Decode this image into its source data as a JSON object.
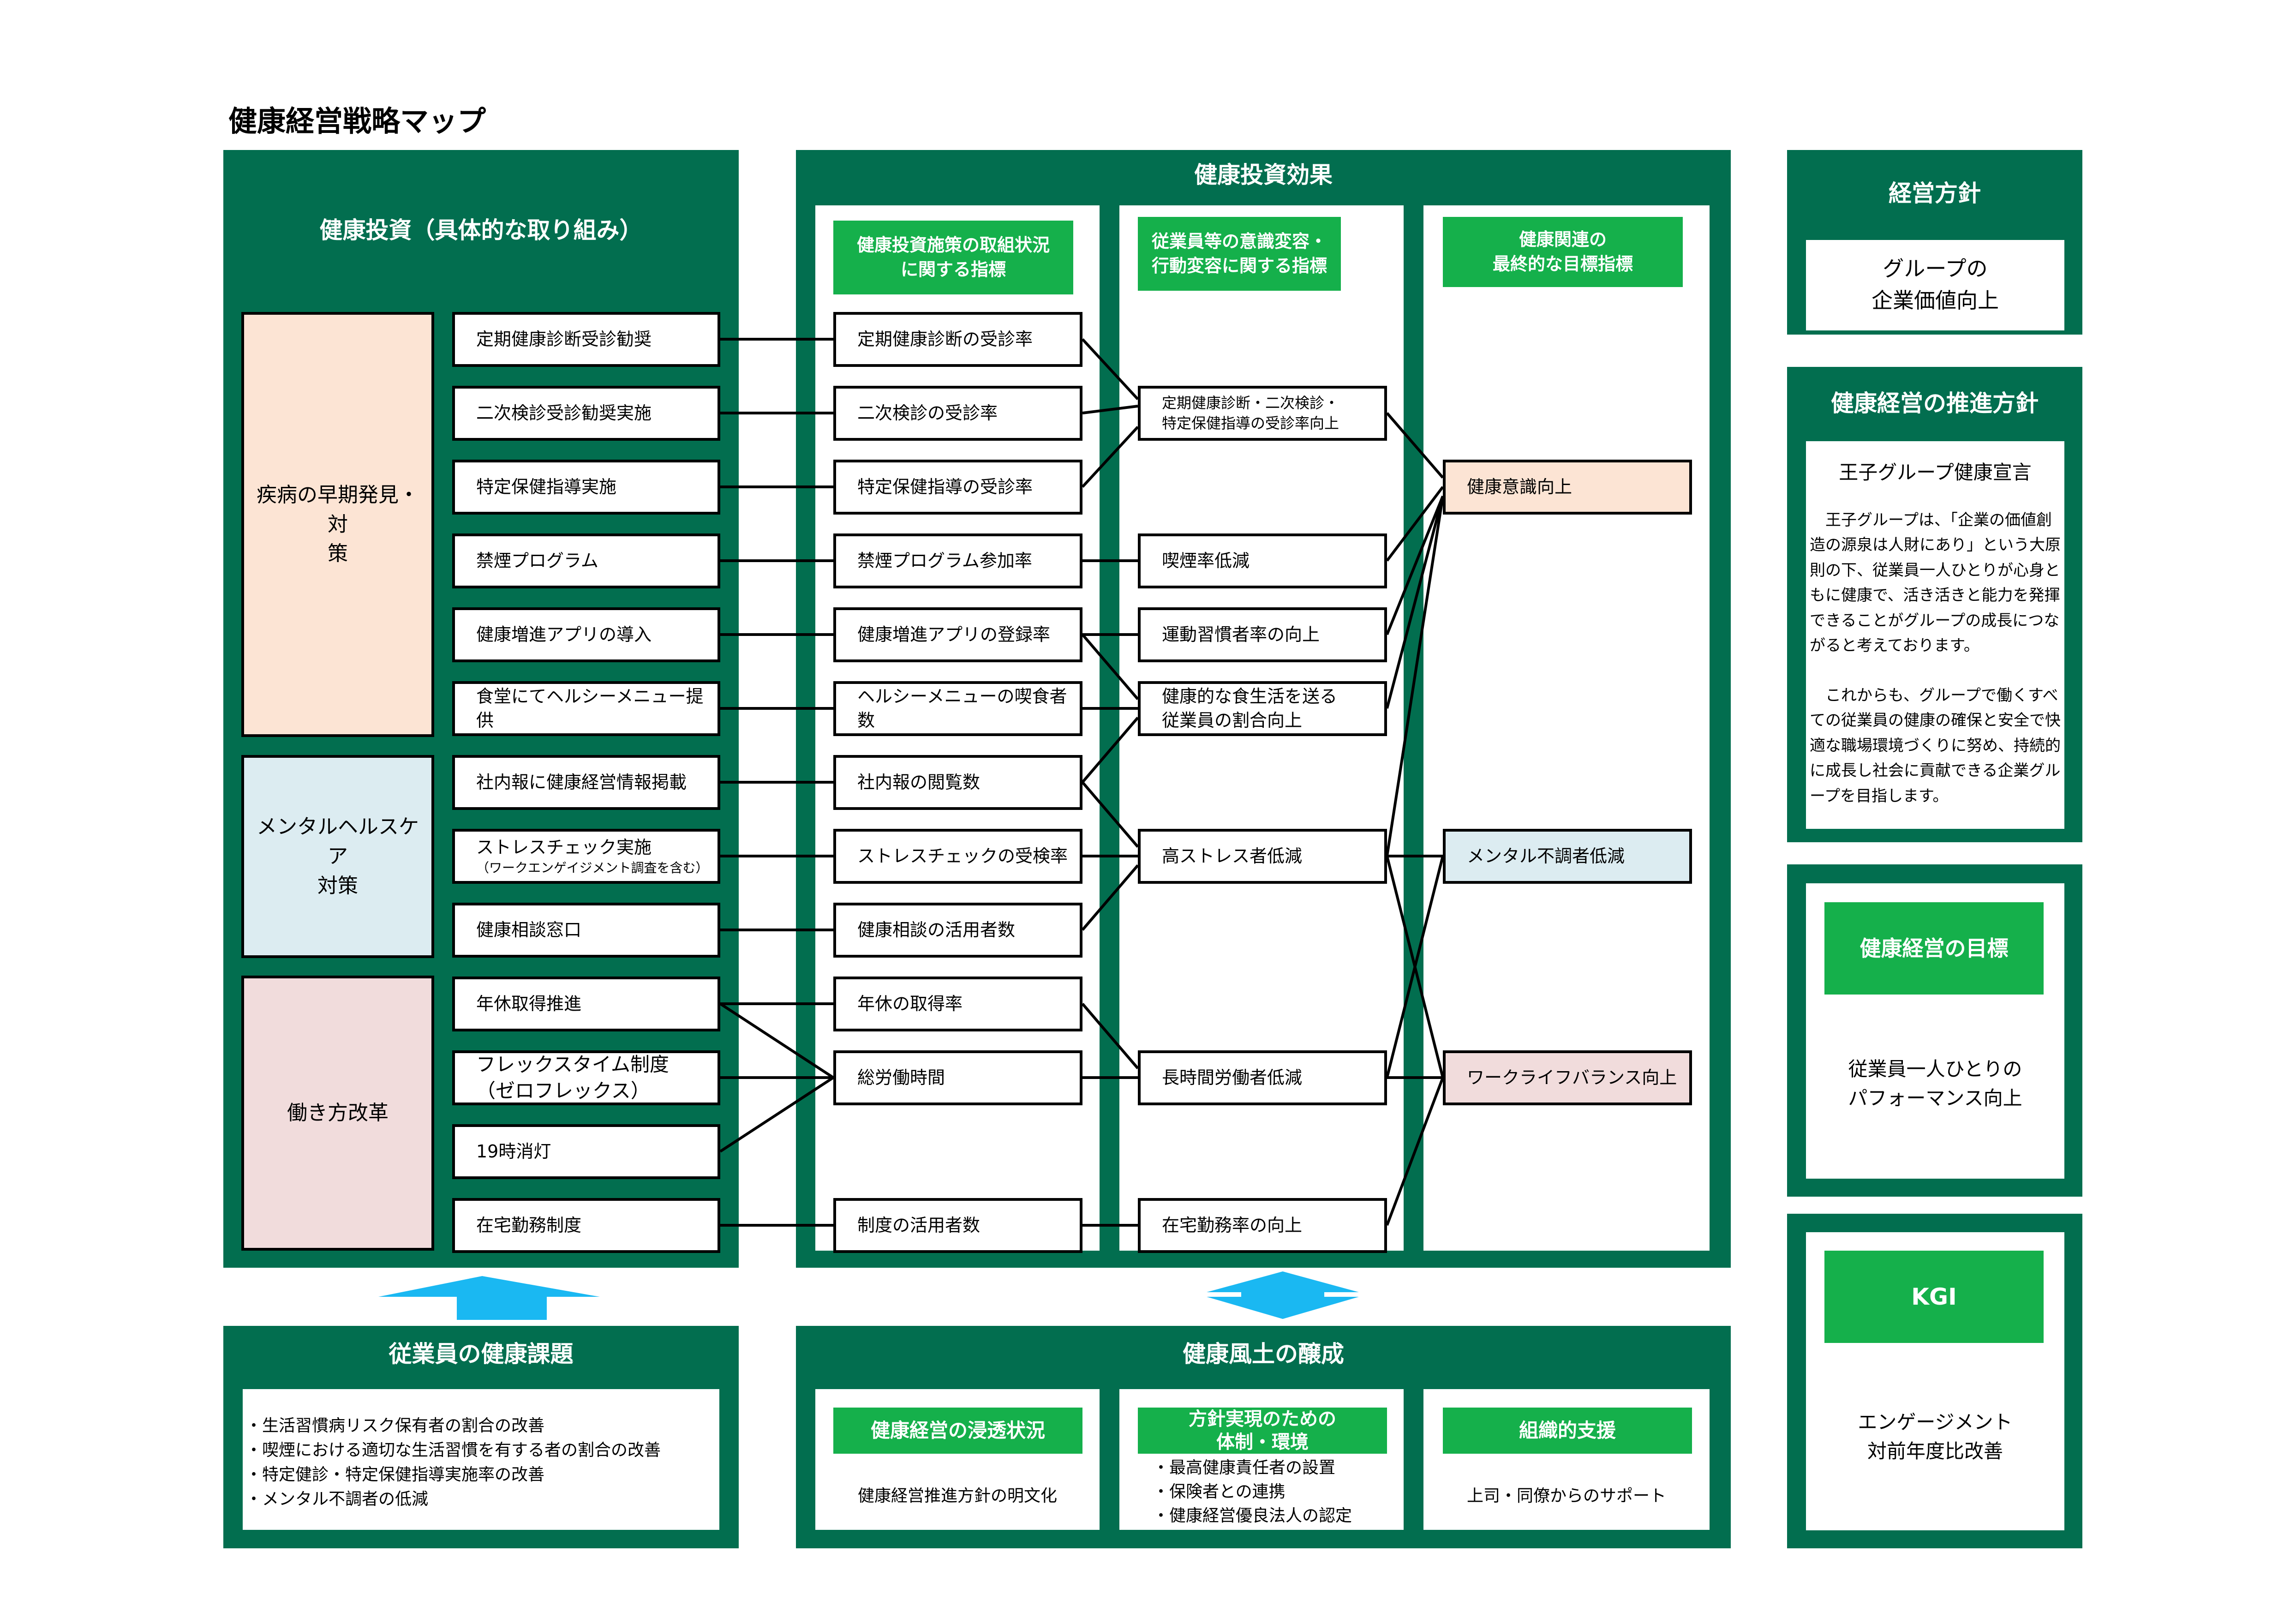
{
  "title": "健康経営戦略マップ",
  "investment": {
    "header": "健康投資（具体的な取り組み）",
    "categories": [
      {
        "label": "疾病の早期発見・対\n策",
        "color": "#fce4d4"
      },
      {
        "label": "メンタルヘルスケア\n対策",
        "color": "#dcecf1"
      },
      {
        "label": "働き方改革",
        "color": "#f1dcdc"
      }
    ],
    "items": [
      {
        "label": "定期健康診断受診勧奨"
      },
      {
        "label": "二次検診受診勧奨実施"
      },
      {
        "label": "特定保健指導実施"
      },
      {
        "label": "禁煙プログラム"
      },
      {
        "label": "健康増進アプリの導入"
      },
      {
        "label": "食堂にてヘルシーメニュー提供"
      },
      {
        "label": "社内報に健康経営情報掲載"
      },
      {
        "label": "ストレスチェック実施",
        "sub": "（ワークエンゲイジメント調査を含む）"
      },
      {
        "label": "健康相談窓口"
      },
      {
        "label": "年休取得推進"
      },
      {
        "label": "フレックスタイム制度\n（ゼロフレックス）"
      },
      {
        "label": "19時消灯"
      },
      {
        "label": "在宅勤務制度"
      }
    ]
  },
  "effects": {
    "header": "健康投資効果",
    "col_headers": [
      "健康投資施策の取組状況\nに関する指標",
      "従業員等の意識変容・\n行動変容に関する指標",
      "健康関連の\n最終的な目標指標"
    ],
    "indicators": [
      "定期健康診断の受診率",
      "二次検診の受診率",
      "特定保健指導の受診率",
      "禁煙プログラム参加率",
      "健康増進アプリの登録率",
      "ヘルシーメニューの喫食者数",
      "社内報の閲覧数",
      "ストレスチェックの受検率",
      "健康相談の活用者数",
      "年休の取得率",
      "総労働時間",
      "制度の活用者数"
    ],
    "behaviors": [
      "定期健康診断・二次検診・\n特定保健指導の受診率向上",
      "喫煙率低減",
      "運動習慣者率の向上",
      "健康的な食生活を送る\n従業員の割合向上",
      "高ストレス者低減",
      "長時間労働者低減",
      "在宅勤務率の向上"
    ],
    "goals": [
      {
        "label": "健康意識向上",
        "color": "#fce4d4"
      },
      {
        "label": "メンタル不調者低減",
        "color": "#dcecf1"
      },
      {
        "label": "ワークライフバランス向上",
        "color": "#f1dcdc"
      }
    ]
  },
  "right": {
    "policy_header": "経営方針",
    "policy_text": "グループの\n企業価値向上",
    "promo_header": "健康経営の推進方針",
    "declaration_title": "王子グループ健康宣言",
    "declaration_p1": "　王子グループは、「企業の価値創造の源泉は人財にあり」という大原則の下、従業員一人ひとりが心身ともに健康で、活き活きと能力を発揮できることがグループの成長につながると考えております。",
    "declaration_p2": "　これからも、グループで働くすべての従業員の健康の確保と安全で快適な職場環境づくりに努め、持続的に成長し社会に貢献できる企業グループを目指します。",
    "goal_header": "健康経営の目標",
    "goal_text": "従業員一人ひとりの\nパフォーマンス向上",
    "kgi_header": "KGI",
    "kgi_text": "エンゲージメント\n対前年度比改善"
  },
  "issues": {
    "header": "従業員の健康課題",
    "items": [
      "・生活習慣病リスク保有者の割合の改善",
      "・喫煙における適切な生活習慣を有する者の割合の改善",
      "・特定健診・特定保健指導実施率の改善",
      "・メンタル不調者の低減"
    ]
  },
  "culture": {
    "header": "健康風土の醸成",
    "cols": [
      {
        "title": "健康経営の浸透状況",
        "text": "健康経営推進方針の明文化"
      },
      {
        "title": "方針実現のための\n体制・環境",
        "text": "・最高健康責任者の設置\n・保険者との連携\n・健康経営優良法人の認定"
      },
      {
        "title": "組織的支援",
        "text": "上司・同僚からのサポート"
      }
    ]
  },
  "colors": {
    "panel": "#026e4f",
    "header_bar": "#15b04b",
    "arrow": "#1ab8f2"
  }
}
